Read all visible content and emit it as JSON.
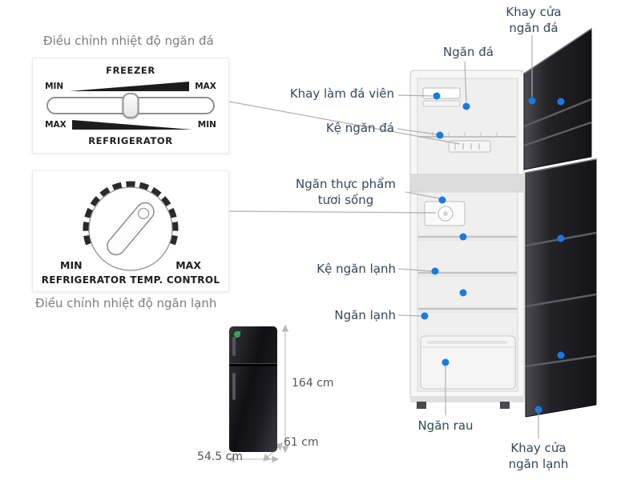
{
  "colors": {
    "accent_dot": "#1a79e8",
    "callout_text": "#33475b",
    "caption_text": "#7d7d7d",
    "panel_text": "#1d1d1d",
    "dimension_text": "#565656"
  },
  "panels": {
    "freezer": {
      "caption": "Điều chỉnh nhiệt độ ngăn đá",
      "title_top": "FREEZER",
      "min_top": "MIN",
      "max_top": "MAX",
      "max_bottom": "MAX",
      "min_bottom": "MIN",
      "title_bottom": "REFRIGERATOR"
    },
    "dial": {
      "min": "MIN",
      "max": "MAX",
      "label": "REFRIGERATOR TEMP. CONTROL",
      "caption": "Điều chỉnh nhiệt độ ngăn lạnh"
    }
  },
  "dimensions": {
    "height": "164 cm",
    "depth": "61 cm",
    "width": "54.5 cm"
  },
  "callouts": {
    "freezer_door_tray": "Khay cửa ngăn đá",
    "freezer_compartment": "Ngăn đá",
    "ice_cube_tray": "Khay làm đá viên",
    "freezer_shelf": "Kệ ngăn đá",
    "fresh_food_compartment": "Ngăn thực phẩm tươi sống",
    "fridge_shelf": "Kệ ngăn lạnh",
    "fridge_compartment": "Ngăn lạnh",
    "vegetable_drawer": "Ngăn rau",
    "fridge_door_tray": "Khay cửa ngăn lạnh"
  }
}
